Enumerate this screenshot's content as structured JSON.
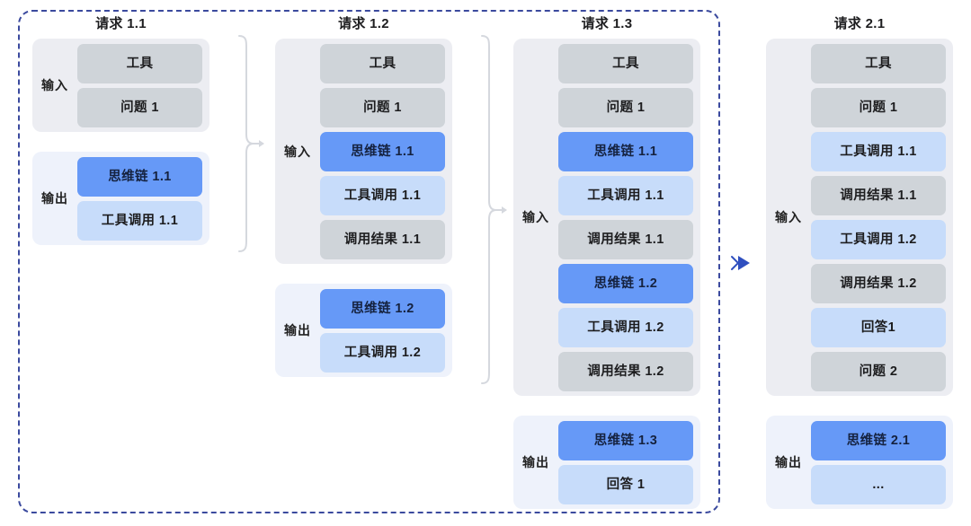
{
  "diagram": {
    "title_visible": false,
    "colors": {
      "session_border": "#3b4a9e",
      "chip_gray": "#cfd4d9",
      "chip_blue": "#6699f7",
      "chip_lightblue": "#c7dcfa",
      "panel_input_bg": "#ecedf2",
      "panel_output_bg": "#eef2fb",
      "brace": "#d5d8de",
      "arrow": "#2f4fbf"
    },
    "labels": {
      "input": "输入",
      "output": "输出"
    }
  },
  "columns": [
    {
      "id": "request-1-1",
      "title": "请求 1.1",
      "input": {
        "label": "输入",
        "chips": [
          {
            "text": "工具",
            "style": "gray"
          },
          {
            "text": "问题 1",
            "style": "gray"
          }
        ]
      },
      "output": {
        "label": "输出",
        "chips": [
          {
            "text": "思维链 1.1",
            "style": "blue"
          },
          {
            "text": "工具调用 1.1",
            "style": "lightblue"
          }
        ]
      }
    },
    {
      "id": "request-1-2",
      "title": "请求 1.2",
      "input": {
        "label": "输入",
        "chips": [
          {
            "text": "工具",
            "style": "gray"
          },
          {
            "text": "问题 1",
            "style": "gray"
          },
          {
            "text": "思维链 1.1",
            "style": "blue"
          },
          {
            "text": "工具调用 1.1",
            "style": "lightblue"
          },
          {
            "text": "调用结果 1.1",
            "style": "gray"
          }
        ]
      },
      "output": {
        "label": "输出",
        "chips": [
          {
            "text": "思维链 1.2",
            "style": "blue"
          },
          {
            "text": "工具调用 1.2",
            "style": "lightblue"
          }
        ]
      }
    },
    {
      "id": "request-1-3",
      "title": "请求 1.3",
      "input": {
        "label": "输入",
        "chips": [
          {
            "text": "工具",
            "style": "gray"
          },
          {
            "text": "问题 1",
            "style": "gray"
          },
          {
            "text": "思维链 1.1",
            "style": "blue"
          },
          {
            "text": "工具调用 1.1",
            "style": "lightblue"
          },
          {
            "text": "调用结果 1.1",
            "style": "gray"
          },
          {
            "text": "思维链 1.2",
            "style": "blue"
          },
          {
            "text": "工具调用 1.2",
            "style": "lightblue"
          },
          {
            "text": "调用结果 1.2",
            "style": "gray"
          }
        ]
      },
      "output": {
        "label": "输出",
        "chips": [
          {
            "text": "思维链 1.3",
            "style": "blue"
          },
          {
            "text": "回答 1",
            "style": "lightblue"
          }
        ]
      }
    },
    {
      "id": "request-2-1",
      "title": "请求 2.1",
      "input": {
        "label": "输入",
        "chips": [
          {
            "text": "工具",
            "style": "gray"
          },
          {
            "text": "问题 1",
            "style": "gray"
          },
          {
            "text": "工具调用 1.1",
            "style": "lightblue"
          },
          {
            "text": "调用结果 1.1",
            "style": "gray"
          },
          {
            "text": "工具调用 1.2",
            "style": "lightblue"
          },
          {
            "text": "调用结果 1.2",
            "style": "gray"
          },
          {
            "text": "回答1",
            "style": "lightblue"
          },
          {
            "text": "问题 2",
            "style": "gray"
          }
        ]
      },
      "output": {
        "label": "输出",
        "chips": [
          {
            "text": "思维链 2.1",
            "style": "blue"
          },
          {
            "text": "...",
            "style": "lightblue"
          }
        ]
      }
    }
  ],
  "connectors": [
    {
      "id": "brace-1-to-2",
      "from": "request-1-1",
      "to": "request-1-2",
      "kind": "curly-brace-arrow"
    },
    {
      "id": "brace-2-to-3",
      "from": "request-1-2",
      "to": "request-1-3",
      "kind": "curly-brace-arrow"
    },
    {
      "id": "session-arrow",
      "from": "request-1-3",
      "to": "request-2-1",
      "kind": "solid-arrow"
    }
  ]
}
